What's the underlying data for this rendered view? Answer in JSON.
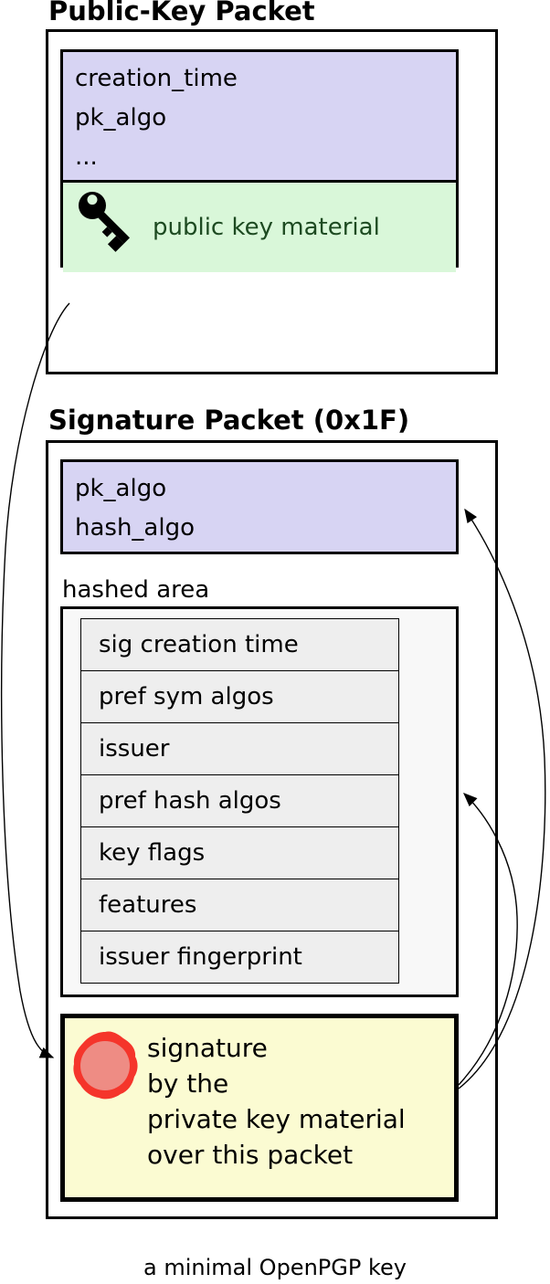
{
  "titles": {
    "public_key_packet": "Public-Key Packet",
    "signature_packet": "Signature Packet (0x1F)"
  },
  "public_key_packet": {
    "header_fields": [
      "creation_time",
      "pk_algo",
      "..."
    ],
    "material_label": "public key material"
  },
  "signature_packet": {
    "header_fields": [
      "pk_algo",
      "hash_algo"
    ],
    "hashed_area_label": "hashed area",
    "hashed_subpackets": [
      "sig creation time",
      "pref sym algos",
      "issuer",
      "pref hash algos",
      "key flags",
      "features",
      "issuer fingerprint"
    ],
    "signature_lines": [
      "signature",
      "by the",
      "private key material",
      "over this packet"
    ]
  },
  "caption": "a minimal OpenPGP key",
  "icons": {
    "key": "key-icon",
    "seal": "wax-seal-icon",
    "arrows": [
      "arrow-pubkey-to-signature",
      "arrow-signature-to-sig-header",
      "arrow-signature-to-hashed-area"
    ]
  },
  "colors": {
    "lavender": "#d7d4f3",
    "green": "#d9f7d9",
    "green_text": "#1d4a21",
    "yellow": "#fbfbd2",
    "row_gray": "#eeeeee",
    "hashed_bg": "#f8f8f8",
    "seal_ring": "#f5352b",
    "seal_fill": "#ee8c84",
    "line": "#000000"
  }
}
